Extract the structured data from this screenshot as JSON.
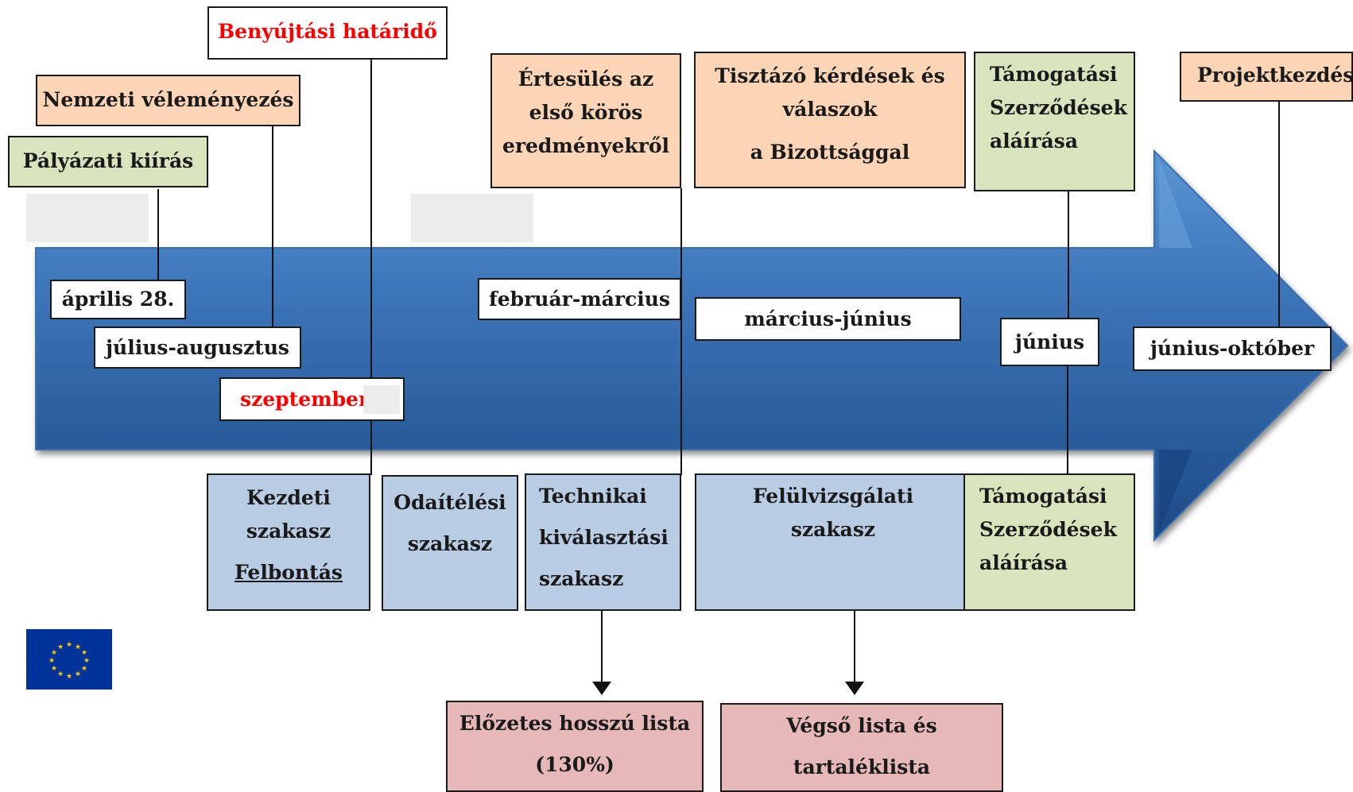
{
  "timeline": {
    "top": {
      "benyujtasi": "Benyújtási határidő",
      "nemzeti": "Nemzeti véleményezés",
      "palyazati": "Pályázati kiírás",
      "ertesules": [
        "Értesülés az",
        "első körös",
        "eredményekről"
      ],
      "tisztazo": [
        "Tisztázó kérdések és",
        "válaszok",
        "a Bizottsággal"
      ],
      "tamogatasi": [
        "Támogatási",
        "Szerződések",
        "aláírása"
      ],
      "projektkezdes": "Projektkezdés"
    },
    "dates": {
      "aprilis": "április 28.",
      "julius": "július-augusztus",
      "szeptember": "szeptember",
      "februar": "február-március",
      "marcius": "március-június",
      "junius": "június",
      "junius_oktober": "június-október"
    },
    "phases": {
      "kezdeti": [
        "Kezdeti",
        "szakasz",
        "Felbontás"
      ],
      "odaitelesi": [
        "Odaítélési",
        "szakasz"
      ],
      "technikai": [
        "Technikai",
        "kiválasztási",
        "szakasz"
      ],
      "felulvizsgalati": [
        "Felülvizsgálati",
        "szakasz"
      ],
      "tamogatasi": [
        "Támogatási",
        "Szerződések",
        "aláírása"
      ]
    },
    "results": {
      "elozetes": [
        "Előzetes hosszú lista",
        "(130%)"
      ],
      "vegso": [
        "Végső lista és",
        "tartaléklista"
      ]
    }
  },
  "colors": {
    "arrow_dark": "#1f4e8c",
    "arrow_light": "#4a86c8",
    "orange": "#fbd5b5",
    "green": "#d7e4bc",
    "blue": "#b8cce4",
    "pink": "#e6b9b8",
    "accent_red": "#ff0000"
  },
  "icons": {
    "eu_flag": "eu-flag-icon"
  }
}
